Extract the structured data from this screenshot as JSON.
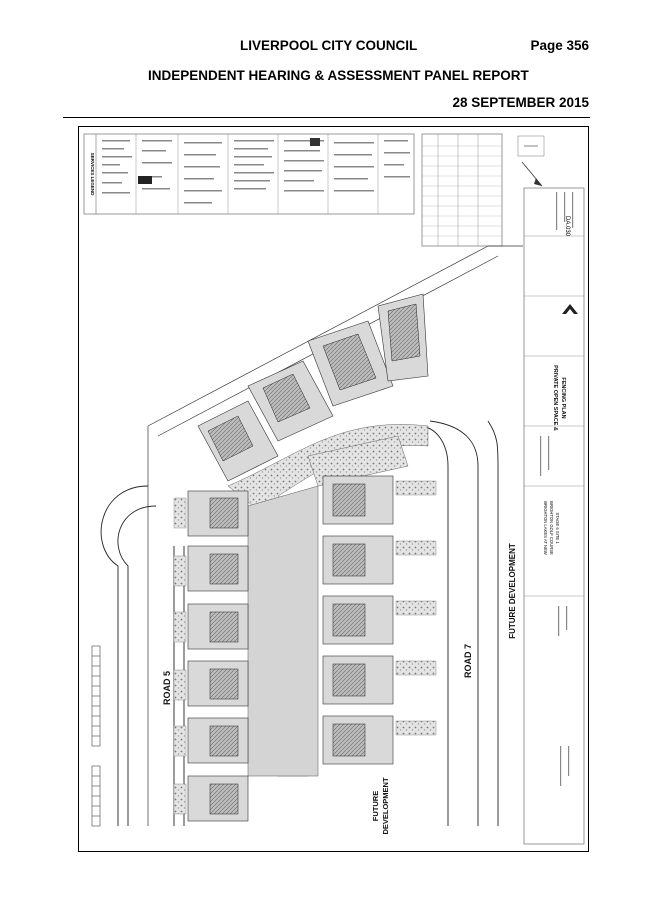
{
  "header": {
    "council": "LIVERPOOL CITY COUNCIL",
    "page": "Page 356",
    "panel": "INDEPENDENT HEARING & ASSESSMENT PANEL REPORT",
    "date": "28 SEPTEMBER 2015"
  },
  "plan": {
    "road5": "ROAD 5",
    "road7": "ROAD 7",
    "future_dev_right": "FUTURE DEVELOPMENT",
    "future_dev_bottom_1": "FUTURE",
    "future_dev_bottom_2": "DEVELOPMENT",
    "legend_title": "SERVICES LEGEND",
    "drawing_title_1": "PRIVATE OPEN SPACE &",
    "drawing_title_2": "FENCING PLAN",
    "project_1": "BRIGHTON LAKES AT NEW",
    "project_2": "BRIGHTON GOLF COURSE",
    "project_3": "STAGE 6 SITE 1",
    "drawing_number": "DA.030"
  }
}
